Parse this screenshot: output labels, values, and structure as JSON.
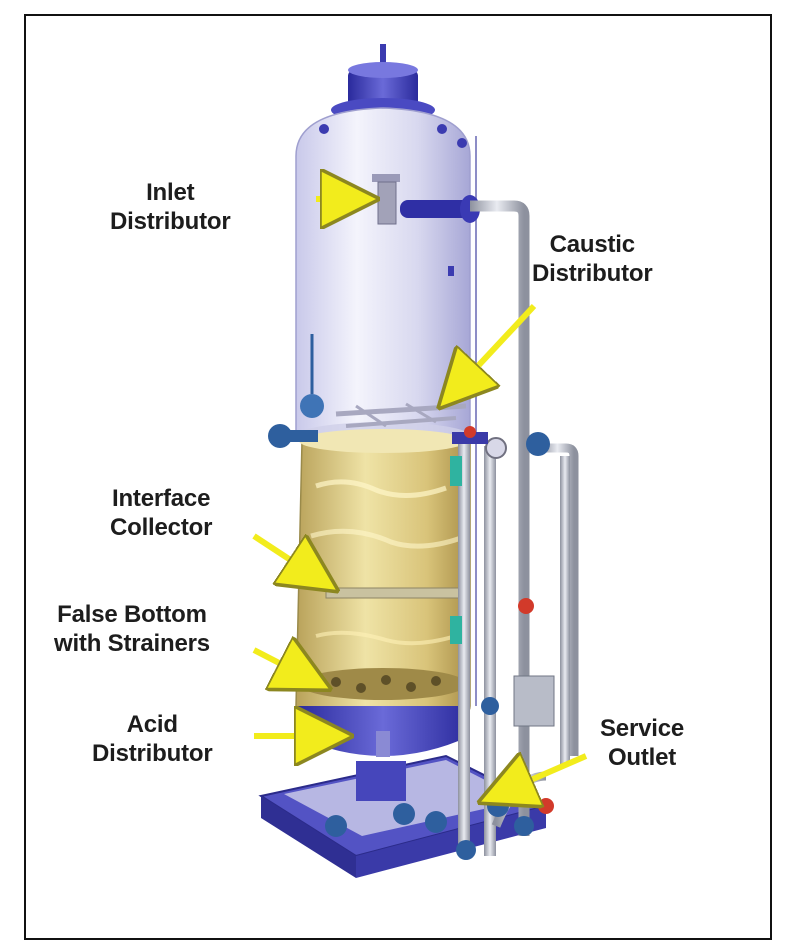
{
  "labels": {
    "inlet_distributor": [
      "Inlet",
      "Distributor"
    ],
    "caustic_distributor": [
      "Caustic",
      "Distributor"
    ],
    "interface_collector": [
      "Interface",
      "Collector"
    ],
    "false_bottom": [
      "False Bottom",
      "with Strainers"
    ],
    "acid_distributor": [
      "Acid",
      "Distributor"
    ],
    "service_outlet": [
      "Service",
      "Outlet"
    ]
  },
  "colors": {
    "arrow": "#f2ec1c",
    "frame": "#7a7ad6",
    "tank_upper": "#dcdcf2",
    "resin": "#d8c67a",
    "pipe": "#b8bcc8",
    "valve": "#2e5f9e"
  }
}
